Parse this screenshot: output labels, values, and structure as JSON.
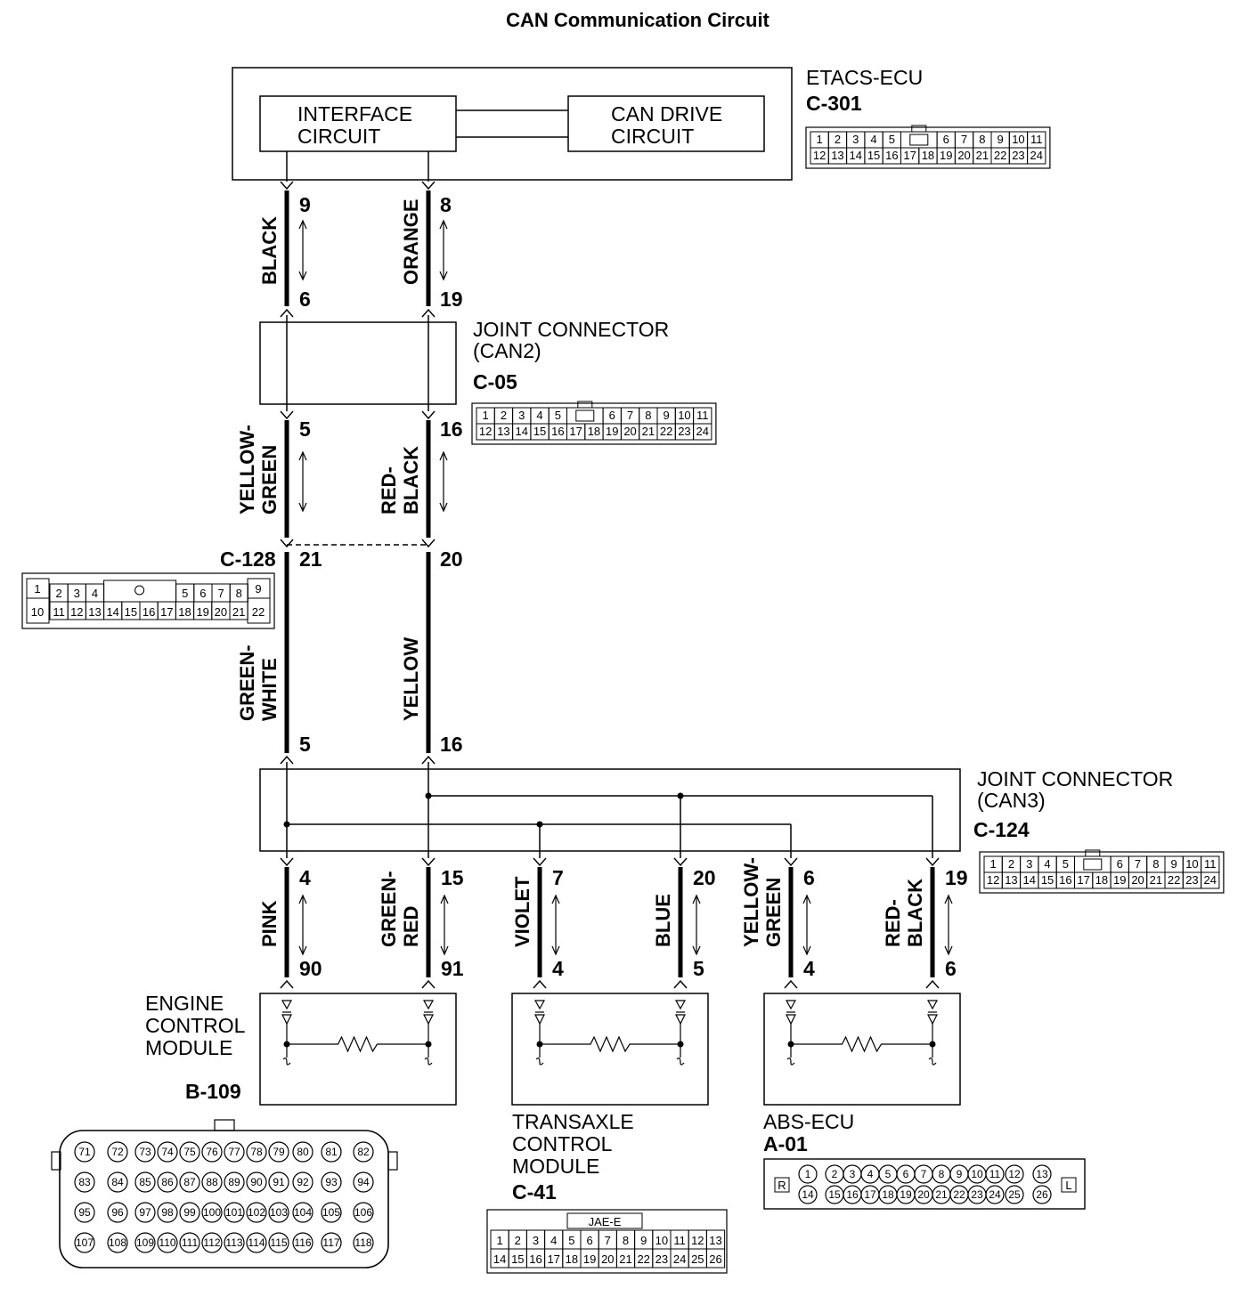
{
  "title": "CAN Communication Circuit",
  "etacs": {
    "name": "ETACS-ECU",
    "connector": "C-301",
    "interface": [
      "INTERFACE",
      "CIRCUIT"
    ],
    "can_drive": [
      "CAN DRIVE",
      "CIRCUIT"
    ],
    "pins": {
      "left_top": "9",
      "right_top": "8",
      "left_bottom": "6",
      "right_bottom": "19"
    },
    "wire_left": "BLACK",
    "wire_right": "ORANGE",
    "grid_top": [
      "1",
      "2",
      "3",
      "4",
      "5",
      "6",
      "7",
      "8",
      "9",
      "10",
      "11"
    ],
    "grid_bottom": [
      "12",
      "13",
      "14",
      "15",
      "16",
      "17",
      "18",
      "19",
      "20",
      "21",
      "22",
      "23",
      "24"
    ]
  },
  "can2": {
    "name": [
      "JOINT CONNECTOR",
      "(CAN2)"
    ],
    "connector": "C-05",
    "pins": {
      "left_out": "5",
      "right_out": "16"
    },
    "wire_left": [
      "YELLOW-",
      "GREEN"
    ],
    "wire_right": [
      "RED-",
      "BLACK"
    ],
    "grid_top": [
      "1",
      "2",
      "3",
      "4",
      "5",
      "6",
      "7",
      "8",
      "9",
      "10",
      "11"
    ],
    "grid_bottom": [
      "12",
      "13",
      "14",
      "15",
      "16",
      "17",
      "18",
      "19",
      "20",
      "21",
      "22",
      "23",
      "24"
    ]
  },
  "c128": {
    "connector": "C-128",
    "pins": {
      "left": "21",
      "right": "20",
      "left_bottom": "5",
      "right_bottom": "16"
    },
    "wire_left": [
      "GREEN-",
      "WHITE"
    ],
    "wire_right": "YELLOW",
    "grid_top": [
      "1",
      "2",
      "3",
      "4",
      "5",
      "6",
      "7",
      "8",
      "9"
    ],
    "grid_bottom": [
      "10",
      "11",
      "12",
      "13",
      "14",
      "15",
      "16",
      "17",
      "18",
      "19",
      "20",
      "21",
      "22"
    ]
  },
  "can3": {
    "name": [
      "JOINT CONNECTOR",
      "(CAN3)"
    ],
    "connector": "C-124",
    "grid_top": [
      "1",
      "2",
      "3",
      "4",
      "5",
      "6",
      "7",
      "8",
      "9",
      "10",
      "11"
    ],
    "grid_bottom": [
      "12",
      "13",
      "14",
      "15",
      "16",
      "17",
      "18",
      "19",
      "20",
      "21",
      "22",
      "23",
      "24"
    ],
    "branches": [
      {
        "pin_top": "4",
        "wire": [
          "PINK"
        ],
        "pin_bottom": "90"
      },
      {
        "pin_top": "15",
        "wire": [
          "GREEN-",
          "RED"
        ],
        "pin_bottom": "91"
      },
      {
        "pin_top": "7",
        "wire": [
          "VIOLET"
        ],
        "pin_bottom": "4"
      },
      {
        "pin_top": "20",
        "wire": [
          "BLUE"
        ],
        "pin_bottom": "5"
      },
      {
        "pin_top": "6",
        "wire": [
          "YELLOW-",
          "GREEN"
        ],
        "pin_bottom": "4"
      },
      {
        "pin_top": "19",
        "wire": [
          "RED-",
          "BLACK"
        ],
        "pin_bottom": "6"
      }
    ]
  },
  "ecm": {
    "name": [
      "ENGINE",
      "CONTROL",
      "MODULE"
    ],
    "connector": "B-109",
    "rows": [
      [
        "71",
        "72",
        "73",
        "74",
        "75",
        "76",
        "77",
        "78",
        "79",
        "80",
        "81",
        "82"
      ],
      [
        "83",
        "84",
        "85",
        "86",
        "87",
        "88",
        "89",
        "90",
        "91",
        "92",
        "93",
        "94"
      ],
      [
        "95",
        "96",
        "97",
        "98",
        "99",
        "100",
        "101",
        "102",
        "103",
        "104",
        "105",
        "106"
      ],
      [
        "107",
        "108",
        "109",
        "110",
        "111",
        "112",
        "113",
        "114",
        "115",
        "116",
        "117",
        "118"
      ]
    ]
  },
  "tcm": {
    "name": [
      "TRANSAXLE",
      "CONTROL",
      "MODULE"
    ],
    "connector": "C-41",
    "header": "JAE-E",
    "grid_top": [
      "1",
      "2",
      "3",
      "4",
      "5",
      "6",
      "7",
      "8",
      "9",
      "10",
      "11",
      "12",
      "13"
    ],
    "grid_bottom": [
      "14",
      "15",
      "16",
      "17",
      "18",
      "19",
      "20",
      "21",
      "22",
      "23",
      "24",
      "25",
      "26"
    ]
  },
  "abs": {
    "name": "ABS-ECU",
    "connector": "A-01",
    "left_mark": "R",
    "right_mark": "L",
    "row_top": [
      "1",
      "2",
      "3",
      "4",
      "5",
      "6",
      "7",
      "8",
      "9",
      "10",
      "11",
      "12",
      "13"
    ],
    "row_bottom": [
      "14",
      "15",
      "16",
      "17",
      "18",
      "19",
      "20",
      "21",
      "22",
      "23",
      "24",
      "25",
      "26"
    ]
  }
}
